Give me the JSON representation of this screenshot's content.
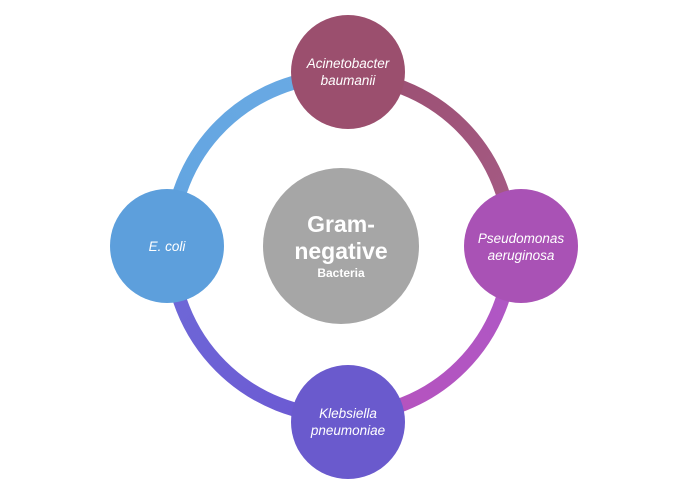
{
  "center": {
    "line1": "Gram-",
    "line2": "negative",
    "line3": "Bacteria",
    "color": "#a6a6a6"
  },
  "nodes": {
    "top": {
      "line1": "Acinetobacter",
      "line2": "baumanii",
      "color": "#9b4f6e"
    },
    "right": {
      "line1": "Pseudomonas",
      "line2": "aeruginosa",
      "color": "#a952b5"
    },
    "bottom": {
      "line1": "Klebsiella",
      "line2": "pneumoniae",
      "color": "#6a5acd"
    },
    "left": {
      "line1": "E. coli",
      "color": "#5d9fdc"
    }
  },
  "ring_colors": {
    "top_right": "#a0567a",
    "bottom_right": "#b755c4",
    "bottom_left": "#7762d4",
    "top_left": "#6aa8e2"
  }
}
